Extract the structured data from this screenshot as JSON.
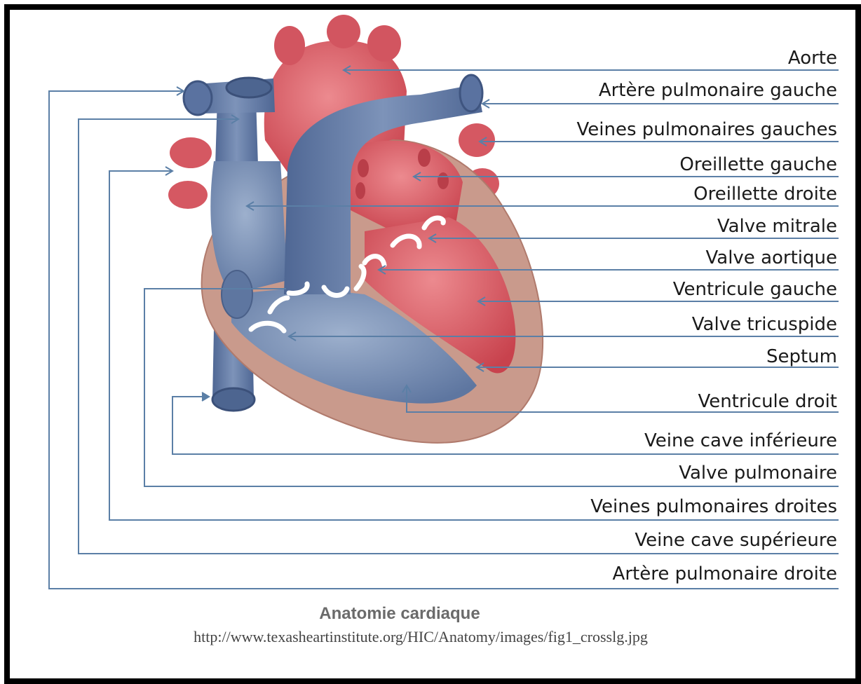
{
  "labels": {
    "aorte": "Aorte",
    "artere_pulmonaire_gauche": "Artère pulmonaire gauche",
    "veines_pulmonaires_gauches": "Veines pulmonaires gauches",
    "oreillette_gauche": "Oreillette gauche",
    "oreillette_droite": "Oreillette droite",
    "valve_mitrale": "Valve mitrale",
    "valve_aortique": "Valve aortique",
    "ventricule_gauche": "Ventricule gauche",
    "valve_tricuspide": "Valve tricuspide",
    "septum": "Septum",
    "ventricule_droit": "Ventricule droit",
    "veine_cave_inferieure": "Veine cave inférieure",
    "valve_pulmonaire": "Valve pulmonaire",
    "veines_pulmonaires_droites": "Veines pulmonaires droites",
    "veine_cave_superieure": "Veine cave supérieure",
    "artere_pulmonaire_droite": "Artère pulmonaire droite"
  },
  "caption": {
    "title": "Anatomie cardiaque",
    "source_url": "http://www.texasheartinstitute.org/HIC/Anatomy/images/fig1_crosslg.jpg"
  },
  "colors": {
    "frame": "#000000",
    "leader_line": "#5b7fa6",
    "artery_red": "#d8565f",
    "vein_blue": "#6f86ad",
    "myocardium": "#c99a8c",
    "valve": "#ffffff"
  }
}
